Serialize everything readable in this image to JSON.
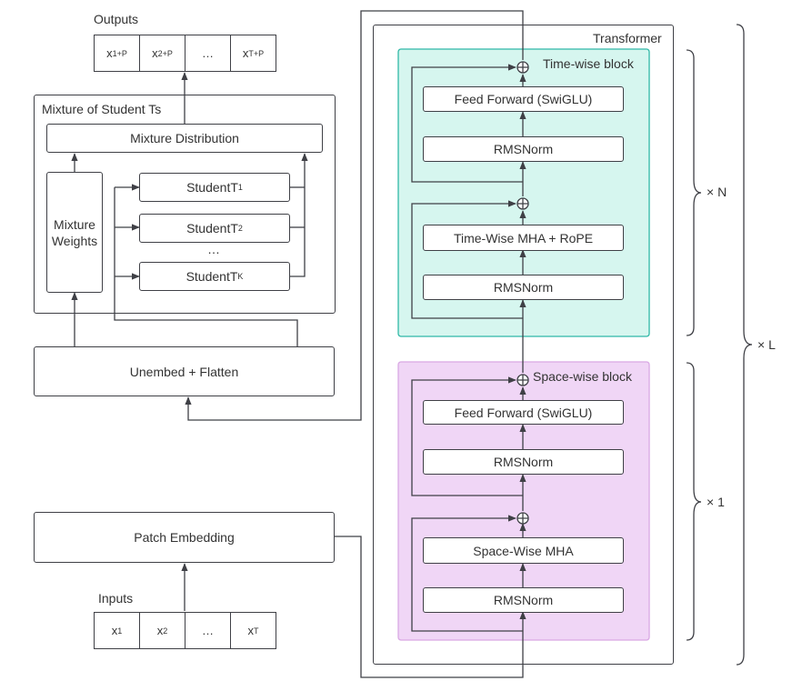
{
  "outputs": {
    "title": "Outputs",
    "cells": [
      {
        "base": "x",
        "sub": "1+P"
      },
      {
        "base": "x",
        "sub": "2+P"
      },
      {
        "base": "…",
        "sub": ""
      },
      {
        "base": "x",
        "sub": "T+P"
      }
    ]
  },
  "mixture": {
    "title": "Mixture of Student Ts",
    "distribution": "Mixture Distribution",
    "weights": "Mixture Weights",
    "students": [
      {
        "base": "StudentT",
        "sub": "1"
      },
      {
        "base": "StudentT",
        "sub": "2"
      },
      {
        "base": "StudentT",
        "sub": "K"
      }
    ],
    "dots": "…"
  },
  "unembed": "Unembed + Flatten",
  "patch_embedding": "Patch Embedding",
  "inputs": {
    "title": "Inputs",
    "cells": [
      {
        "base": "x",
        "sub": "1"
      },
      {
        "base": "x",
        "sub": "2"
      },
      {
        "base": "…",
        "sub": ""
      },
      {
        "base": "x",
        "sub": "T"
      }
    ]
  },
  "transformer": {
    "title": "Transformer",
    "time_block": {
      "title": "Time-wise block",
      "ff": "Feed Forward (SwiGLU)",
      "norm_top": "RMSNorm",
      "mha": "Time-Wise MHA + RoPE",
      "norm_bottom": "RMSNorm",
      "fill": "#d6f6ef",
      "border": "#2fb8a6"
    },
    "space_block": {
      "title": "Space-wise block",
      "ff": "Feed Forward (SwiGLU)",
      "norm_top": "RMSNorm",
      "mha": "Space-Wise MHA",
      "norm_bottom": "RMSNorm",
      "fill": "#f0d6f6",
      "border": "#d9a8e4"
    }
  },
  "repeats": {
    "time": "× N",
    "space": "× 1",
    "transformer": "× L"
  },
  "colors": {
    "line": "#3f4046"
  }
}
